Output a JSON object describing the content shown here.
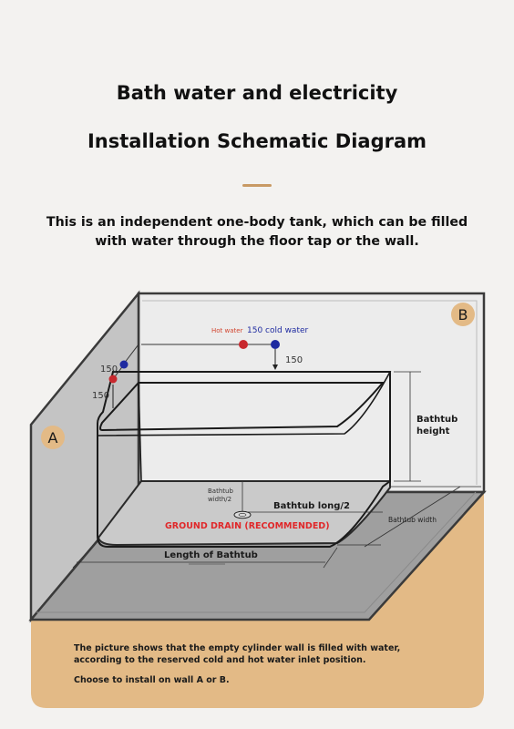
{
  "header": {
    "title_line1": "Bath water and electricity",
    "title_line2": "Installation Schematic Diagram",
    "subtitle": "This is an independent one-body tank, which can be filled with water through the floor tap or the wall."
  },
  "walls": {
    "wall_a_label": "A",
    "wall_b_label": "B"
  },
  "pipes": {
    "hot_water_label": "Hot water",
    "cold_water_label": "150 cold water",
    "dim_150_right": "150",
    "dim_150_left_top": "150",
    "dim_150_left_bottom": "150"
  },
  "bathtub": {
    "height_label_line1": "Bathtub",
    "height_label_line2": "height",
    "width_half_line1": "Bathtub",
    "width_half_line2": "width/2",
    "long_half_label": "Bathtub long/2",
    "drain_label": "GROUND DRAIN (RECOMMENDED)",
    "width_label": "Bathtub width",
    "length_label": "Length of Bathtub"
  },
  "footer": {
    "note_line1": "The picture shows that the empty cylinder wall is filled with water,",
    "note_line2": "according to the reserved cold and hot water inlet position.",
    "choose_label": "Choose to install on wall A or B."
  },
  "colors": {
    "hot_pipe": "#c8282e",
    "cold_pipe": "#1e2aa0",
    "drain_text": "#e0282a",
    "floor": "#e3ba86",
    "accent": "#c89a64"
  }
}
